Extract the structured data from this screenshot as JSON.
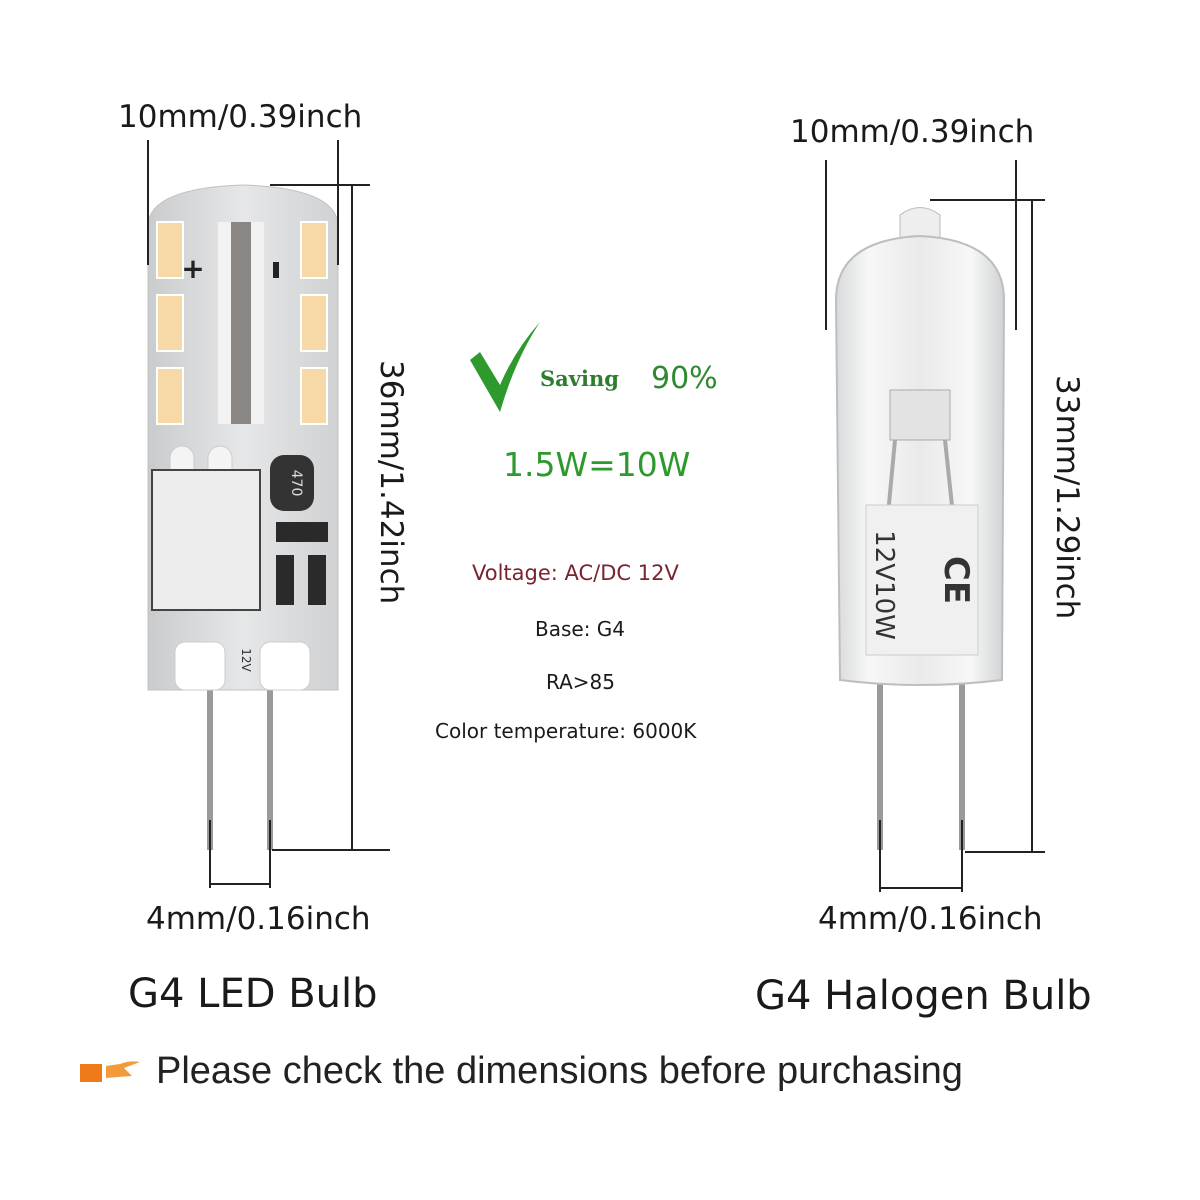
{
  "led": {
    "width_label": "10mm/0.39inch",
    "height_label": "36mm/1.42inch",
    "pin_label": "4mm/0.16inch",
    "name": "G4 LED Bulb",
    "markings": {
      "plus": "+",
      "minus": "-",
      "inductor": "470",
      "voltage": "12V"
    }
  },
  "halogen": {
    "width_label": "10mm/0.39inch",
    "height_label": "33mm/1.29inch",
    "pin_label": "4mm/0.16inch",
    "name": "G4 Halogen Bulb",
    "markings": {
      "rating": "12V10W",
      "ce": "CE"
    }
  },
  "specs": {
    "saving_word": "Saving",
    "saving_value": "90%",
    "equivalence": "1.5W=10W",
    "voltage": "Voltage: AC/DC 12V",
    "base": "Base: G4",
    "ra": "RA>85",
    "color_temperature": "Color temperature: 6000K"
  },
  "notice": {
    "icon": "pointing-hand-icon",
    "text": "Please check the dimensions before purchasing"
  },
  "colors": {
    "green": "#2e9a2e",
    "maroon": "#7a2430",
    "led_amber": "#f6d9a6",
    "notice_orange": "#f07a1a"
  }
}
